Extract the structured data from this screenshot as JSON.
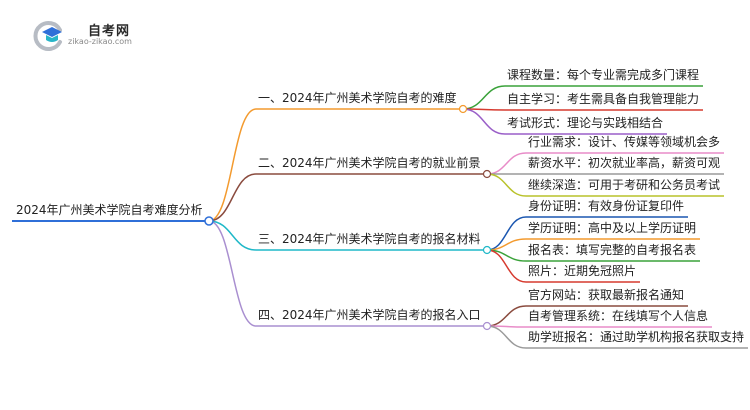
{
  "logo": {
    "title": "自考网",
    "url": "zikao-zikao.com",
    "colors": {
      "blue": "#2f6fd8",
      "teal": "#28b5c8",
      "gray": "#b7bcc4"
    }
  },
  "mindmap": {
    "root": {
      "label": "2024年广州美术学院自考难度分析",
      "color": "#2f6fd8"
    },
    "branches": [
      {
        "label": "一、2024年广州美术学院自考的难度",
        "color": "#f39a2e",
        "children": [
          {
            "label": "课程数量：每个专业需完成多门课程",
            "color": "#3aa23a"
          },
          {
            "label": "自主学习：考生需具备自我管理能力",
            "color": "#d63a2f"
          },
          {
            "label": "考试形式：理论与实践相结合",
            "color": "#9a5fc8"
          }
        ]
      },
      {
        "label": "二、2024年广州美术学院自考的就业前景",
        "color": "#8a4b3e",
        "children": [
          {
            "label": "行业需求：设计、传媒等领域机会多",
            "color": "#e88cc8"
          },
          {
            "label": "薪资水平：初次就业率高，薪资可观",
            "color": "#9a9a9a"
          },
          {
            "label": "继续深造：可用于考研和公务员考试",
            "color": "#b9c22a"
          }
        ]
      },
      {
        "label": "三、2024年广州美术学院自考的报名材料",
        "color": "#1fb8c8",
        "children": [
          {
            "label": "身份证明：有效身份证复印件",
            "color": "#1a56b0"
          },
          {
            "label": "学历证明：高中及以上学历证明",
            "color": "#f39a2e"
          },
          {
            "label": "报名表：填写完整的自考报名表",
            "color": "#3aa23a"
          },
          {
            "label": "照片：近期免冠照片",
            "color": "#d63a2f"
          }
        ]
      },
      {
        "label": "四、2024年广州美术学院自考的报名入口",
        "color": "#a98fd0",
        "children": [
          {
            "label": "官方网站：获取最新报名通知",
            "color": "#8a4b3e"
          },
          {
            "label": "自考管理系统：在线填写个人信息",
            "color": "#e88cc8"
          },
          {
            "label": "助学班报名：通过助学机构报名获取支持",
            "color": "#9a9a9a"
          }
        ]
      }
    ]
  }
}
